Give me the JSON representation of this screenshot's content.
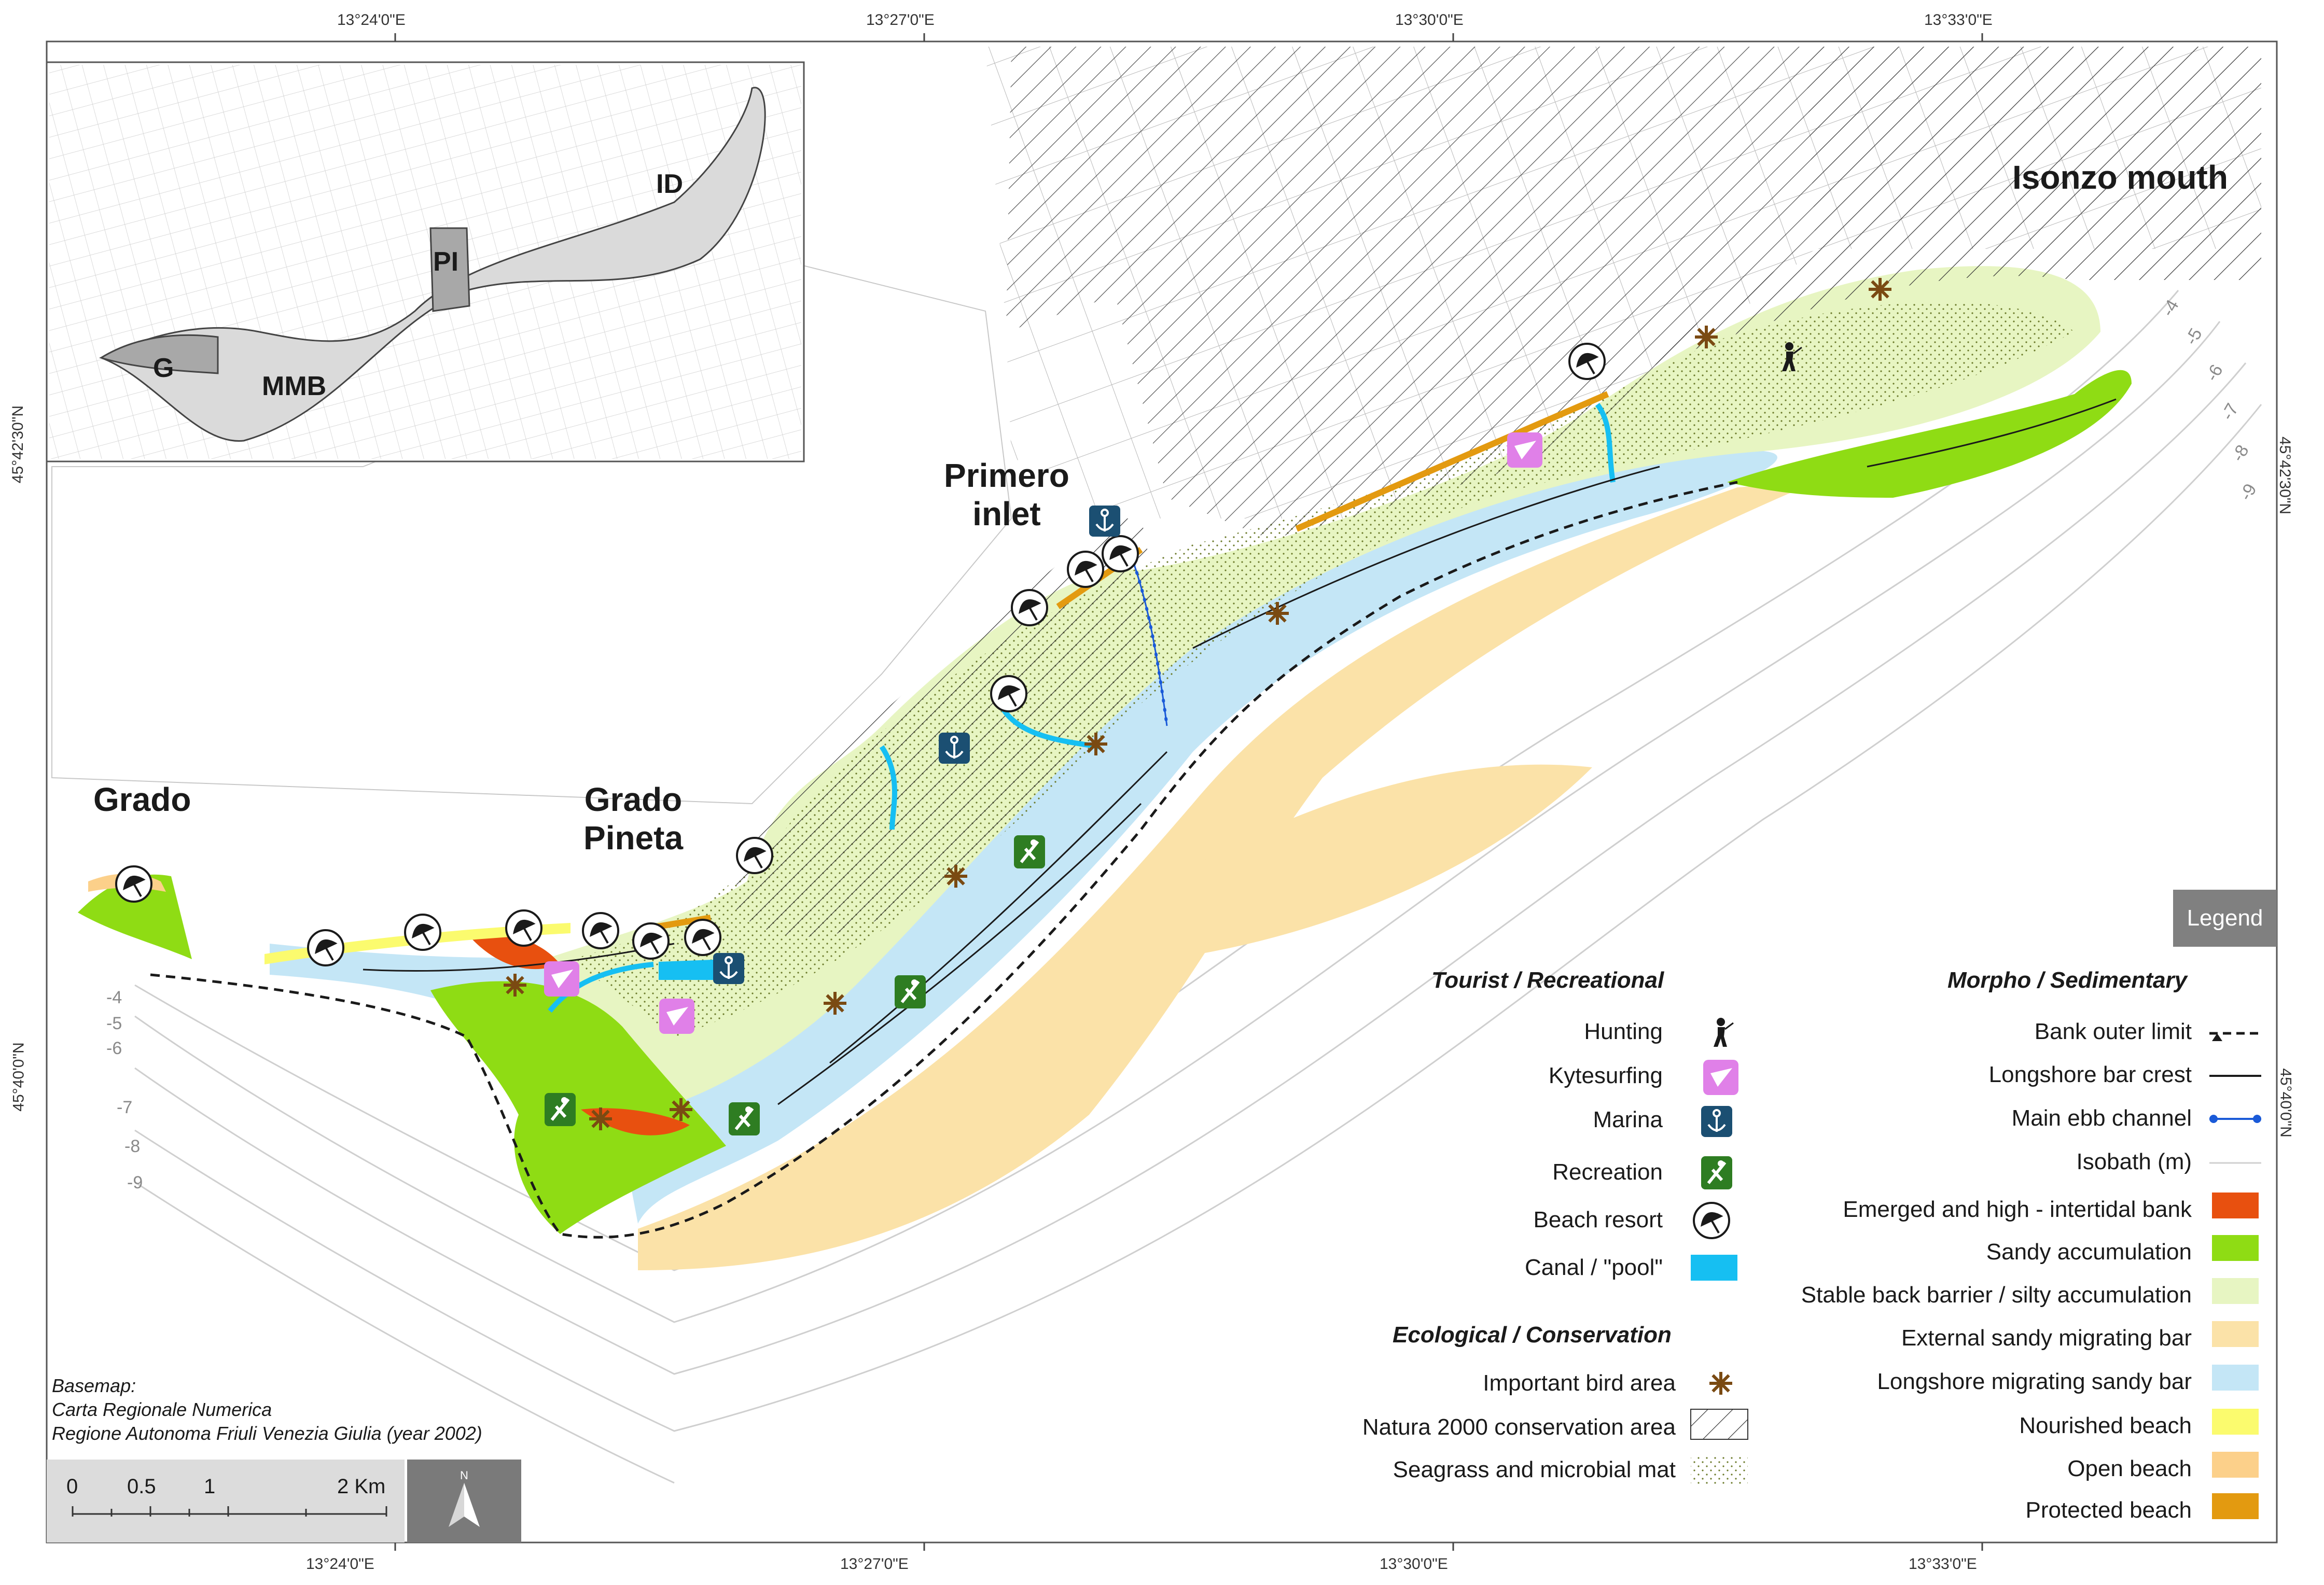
{
  "coords": {
    "top": [
      "13°24'0\"E",
      "13°27'0\"E",
      "13°30'0\"E",
      "13°33'0\"E"
    ],
    "bottom": [
      "13°24'0\"E",
      "13°27'0\"E",
      "13°30'0\"E",
      "13°33'0\"E"
    ],
    "left": [
      "45°42'30\"N",
      "45°40'0\"N"
    ],
    "right": [
      "45°42'30\"N",
      "45°40'0\"N"
    ]
  },
  "places": {
    "grado": "Grado",
    "grado_pineta_1": "Grado",
    "grado_pineta_2": "Pineta",
    "primero_1": "Primero",
    "primero_2": "inlet",
    "isonzo": "Isonzo mouth"
  },
  "inset": {
    "labels": [
      "ID",
      "PI",
      "G",
      "MMB"
    ]
  },
  "isobaths": {
    "left": [
      "-4",
      "-5",
      "-6",
      "-7",
      "-8",
      "-9"
    ],
    "right": [
      "-4",
      "-5",
      "-6",
      "-7",
      "-8",
      "-9"
    ]
  },
  "legend": {
    "header": "Legend",
    "tourist_title": "Tourist / Recreational",
    "tourist": [
      "Hunting",
      "Kytesurfing",
      "Marina",
      "Recreation",
      "Beach resort",
      "Canal / \"pool\""
    ],
    "eco_title": "Ecological / Conservation",
    "eco": [
      "Important bird area",
      "Natura 2000 conservation area",
      "Seagrass and microbial mat"
    ],
    "morpho_title": "Morpho / Sedimentary",
    "morpho": [
      "Bank outer limit",
      "Longshore bar crest",
      "Main ebb channel",
      "Isobath (m)",
      "Emerged and high - intertidal bank",
      "Sandy accumulation",
      "Stable back barrier / silty accumulation",
      "External sandy migrating bar",
      "Longshore migrating sandy bar",
      "Nourished beach",
      "Open beach",
      "Protected beach"
    ]
  },
  "colors": {
    "emerged": "#e8500f",
    "sandy": "#8fdc14",
    "backbarrier": "#e7f5c2",
    "external": "#fbe2a8",
    "longshore": "#c4e6f6",
    "nourished": "#fbfb6e",
    "open": "#fcd08a",
    "protected": "#e39a10",
    "canal": "#16bff2",
    "kite": "#e080e8",
    "marina": "#1b4f72",
    "recreation": "#2e7d22",
    "bird": "#7a4a12",
    "ebb": "#1a5ad8"
  },
  "basemap": {
    "line1": "Basemap:",
    "line2": "Carta Regionale Numerica",
    "line3": "Regione Autonoma Friuli Venezia Giulia (year 2002)"
  },
  "scale": {
    "labels": [
      "0",
      "0.5",
      "1",
      "2 Km"
    ]
  },
  "north": "N"
}
